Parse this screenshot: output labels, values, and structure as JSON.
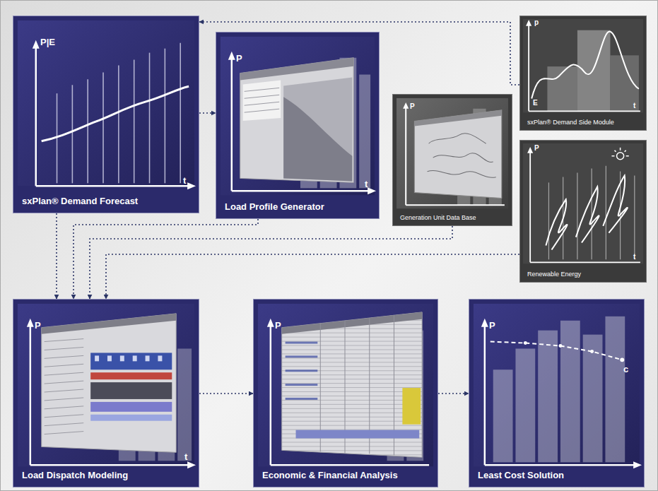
{
  "diagram": {
    "nodes": [
      {
        "text": [
          "sxPlan® Demand Forecast"
        ]
      },
      {
        "text": [
          "Load Profile Generator"
        ]
      },
      {
        "text": [
          "Generation Unit Data Base"
        ]
      },
      {
        "text": [
          "sxPlan® Demand Side Module"
        ]
      },
      {
        "text": [
          "Renewable Energy"
        ]
      },
      {
        "text": [
          "Load Dispatch Modeling"
        ]
      },
      {
        "text": [
          "Economic & Financial Analysis"
        ]
      },
      {
        "text": [
          "Least Cost Solution"
        ]
      }
    ],
    "edges": [
      {
        "from": 0,
        "to": 1,
        "arrow": "to"
      },
      {
        "from": 3,
        "to": 0,
        "arrow": "to"
      },
      {
        "from": 0,
        "to": 5,
        "arrow": "to"
      },
      {
        "from": 1,
        "to": 5,
        "arrow": "to"
      },
      {
        "from": 2,
        "to": 5,
        "arrow": "to"
      },
      {
        "from": 4,
        "to": 5,
        "arrow": "to"
      },
      {
        "from": 5,
        "to": 6,
        "arrow": "to"
      },
      {
        "from": 6,
        "to": 7,
        "arrow": "to"
      }
    ],
    "labels": [
      "P|E",
      "t",
      "P",
      "t",
      "P",
      "p",
      "E",
      "t",
      "P",
      "t",
      "P",
      "t",
      "P",
      "P",
      "c"
    ]
  }
}
